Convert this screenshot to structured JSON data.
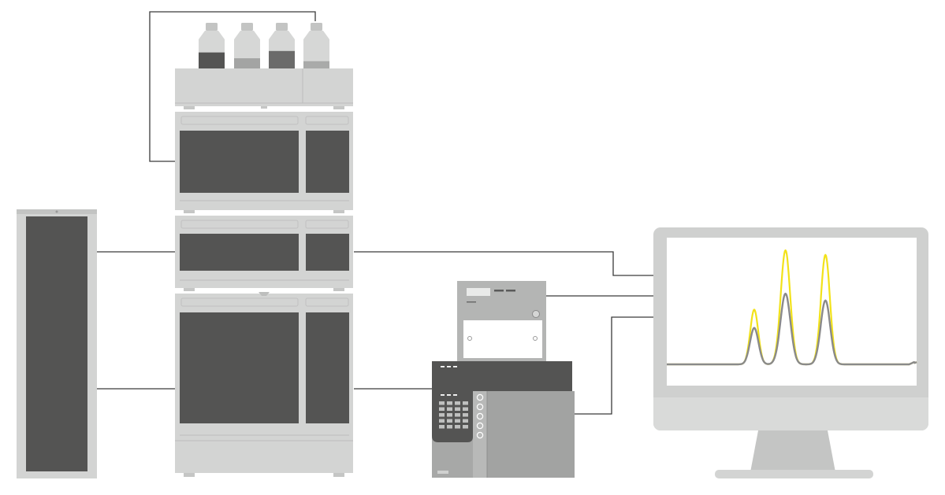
{
  "colors": {
    "background": "#ffffff",
    "housing": "#d3d4d3",
    "housing_edge": "#bdbebd",
    "panel_dark": "#545453",
    "connector_line": "#3a3a3a",
    "monitor_frame": "#cfd0cf",
    "screen": "#ffffff",
    "trace_primary": "#f2e21a",
    "trace_secondary": "#8a8a8a"
  },
  "components": {
    "solvent_bottles": {
      "count": 4,
      "icon": "bottle-icon",
      "fill_levels": [
        0.55,
        0.35,
        0.6,
        0.25
      ]
    },
    "column_oven": {
      "icon": "column-oven-icon"
    },
    "lc_stack": {
      "icon": "lc-stack-icon",
      "modules": [
        "solvent-tray",
        "pump",
        "detector",
        "autosampler"
      ]
    },
    "mass_spectrometer": {
      "icon": "mass-spectrometer-icon"
    },
    "monitor": {
      "icon": "monitor-icon"
    }
  },
  "chromatogram": {
    "type": "line",
    "x_range": [
      0,
      100
    ],
    "y_range": [
      0,
      1
    ],
    "series": [
      {
        "color": "#f2e21a",
        "peaks": [
          {
            "center": 35,
            "height": 0.48,
            "width": 1.6
          },
          {
            "center": 47.5,
            "height": 1.0,
            "width": 1.9
          },
          {
            "center": 63.5,
            "height": 0.96,
            "width": 1.8
          }
        ]
      },
      {
        "color": "#8a8a8a",
        "peaks": [
          {
            "center": 35,
            "height": 0.32,
            "width": 1.7
          },
          {
            "center": 47.5,
            "height": 0.62,
            "width": 2.0
          },
          {
            "center": 63.5,
            "height": 0.56,
            "width": 1.9
          }
        ]
      }
    ],
    "grid": false,
    "axes_visible": false
  }
}
